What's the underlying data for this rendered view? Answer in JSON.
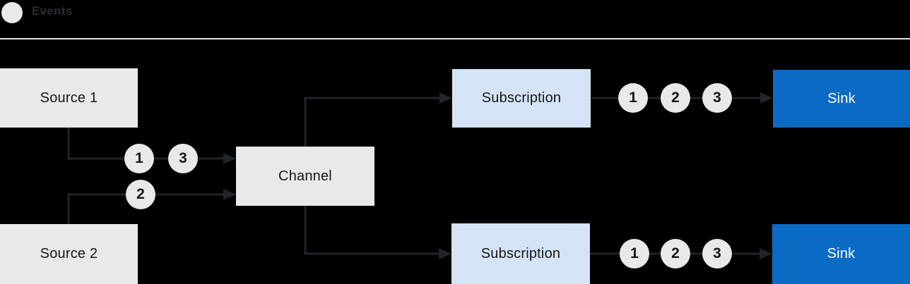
{
  "colors": {
    "background": "#000000",
    "node_gray": "#e9e9e9",
    "subscription_blue": "#d4e4f6",
    "sink_blue": "#0b6ac4",
    "event_badge_gray": "#e9e9e9",
    "connector": "#222528",
    "divider": "#e4e4e4",
    "text_dark": "#151515",
    "text_on_sink": "#ffffff"
  },
  "legend": {
    "label": "Events"
  },
  "nodes": {
    "source1": {
      "label": "Source 1"
    },
    "source2": {
      "label": "Source 2"
    },
    "channel": {
      "label": "Channel"
    },
    "subscription_top": {
      "label": "Subscription"
    },
    "subscription_bottom": {
      "label": "Subscription"
    },
    "sink_top": {
      "label": "Sink"
    },
    "sink_bottom": {
      "label": "Sink"
    }
  },
  "event_flows": {
    "source1_to_channel": [
      "1",
      "3"
    ],
    "source2_to_channel": [
      "2"
    ],
    "subscription_top_to_sink": [
      "1",
      "2",
      "3"
    ],
    "subscription_bottom_to_sink": [
      "1",
      "2",
      "3"
    ]
  }
}
